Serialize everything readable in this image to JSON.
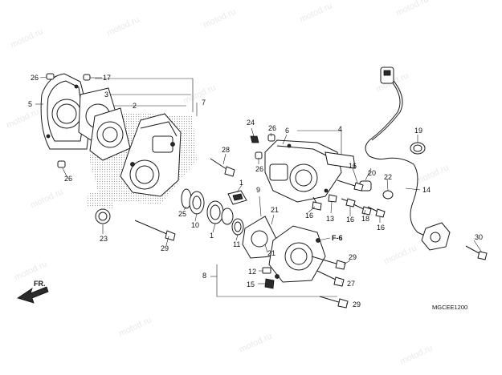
{
  "watermark": "motod.ru",
  "diagram_code": "MGCEE1200",
  "direction_label": "FR.",
  "figure_reference": "F-6",
  "callouts": {
    "c26a": "26",
    "c17": "17",
    "c5": "5",
    "c3": "3",
    "c2": "2",
    "c7": "7",
    "c26b": "26",
    "c23": "23",
    "c28": "28",
    "c24": "24",
    "c26c": "26",
    "c6": "6",
    "c26d": "26",
    "c4": "4",
    "c19": "19",
    "c16a": "16",
    "c20": "20",
    "c22": "22",
    "c14": "14",
    "c1a": "1",
    "c25": "25",
    "c10": "10",
    "c1b": "1",
    "c11": "11",
    "c9": "9",
    "c21a": "21",
    "c21b": "21",
    "c16b": "16",
    "c13": "13",
    "c16c": "16",
    "c18": "18",
    "c16d": "16",
    "c29a": "29",
    "c29b": "29",
    "c12": "12",
    "c15": "15",
    "c27": "27",
    "c29c": "29",
    "c8": "8",
    "c30": "30"
  }
}
